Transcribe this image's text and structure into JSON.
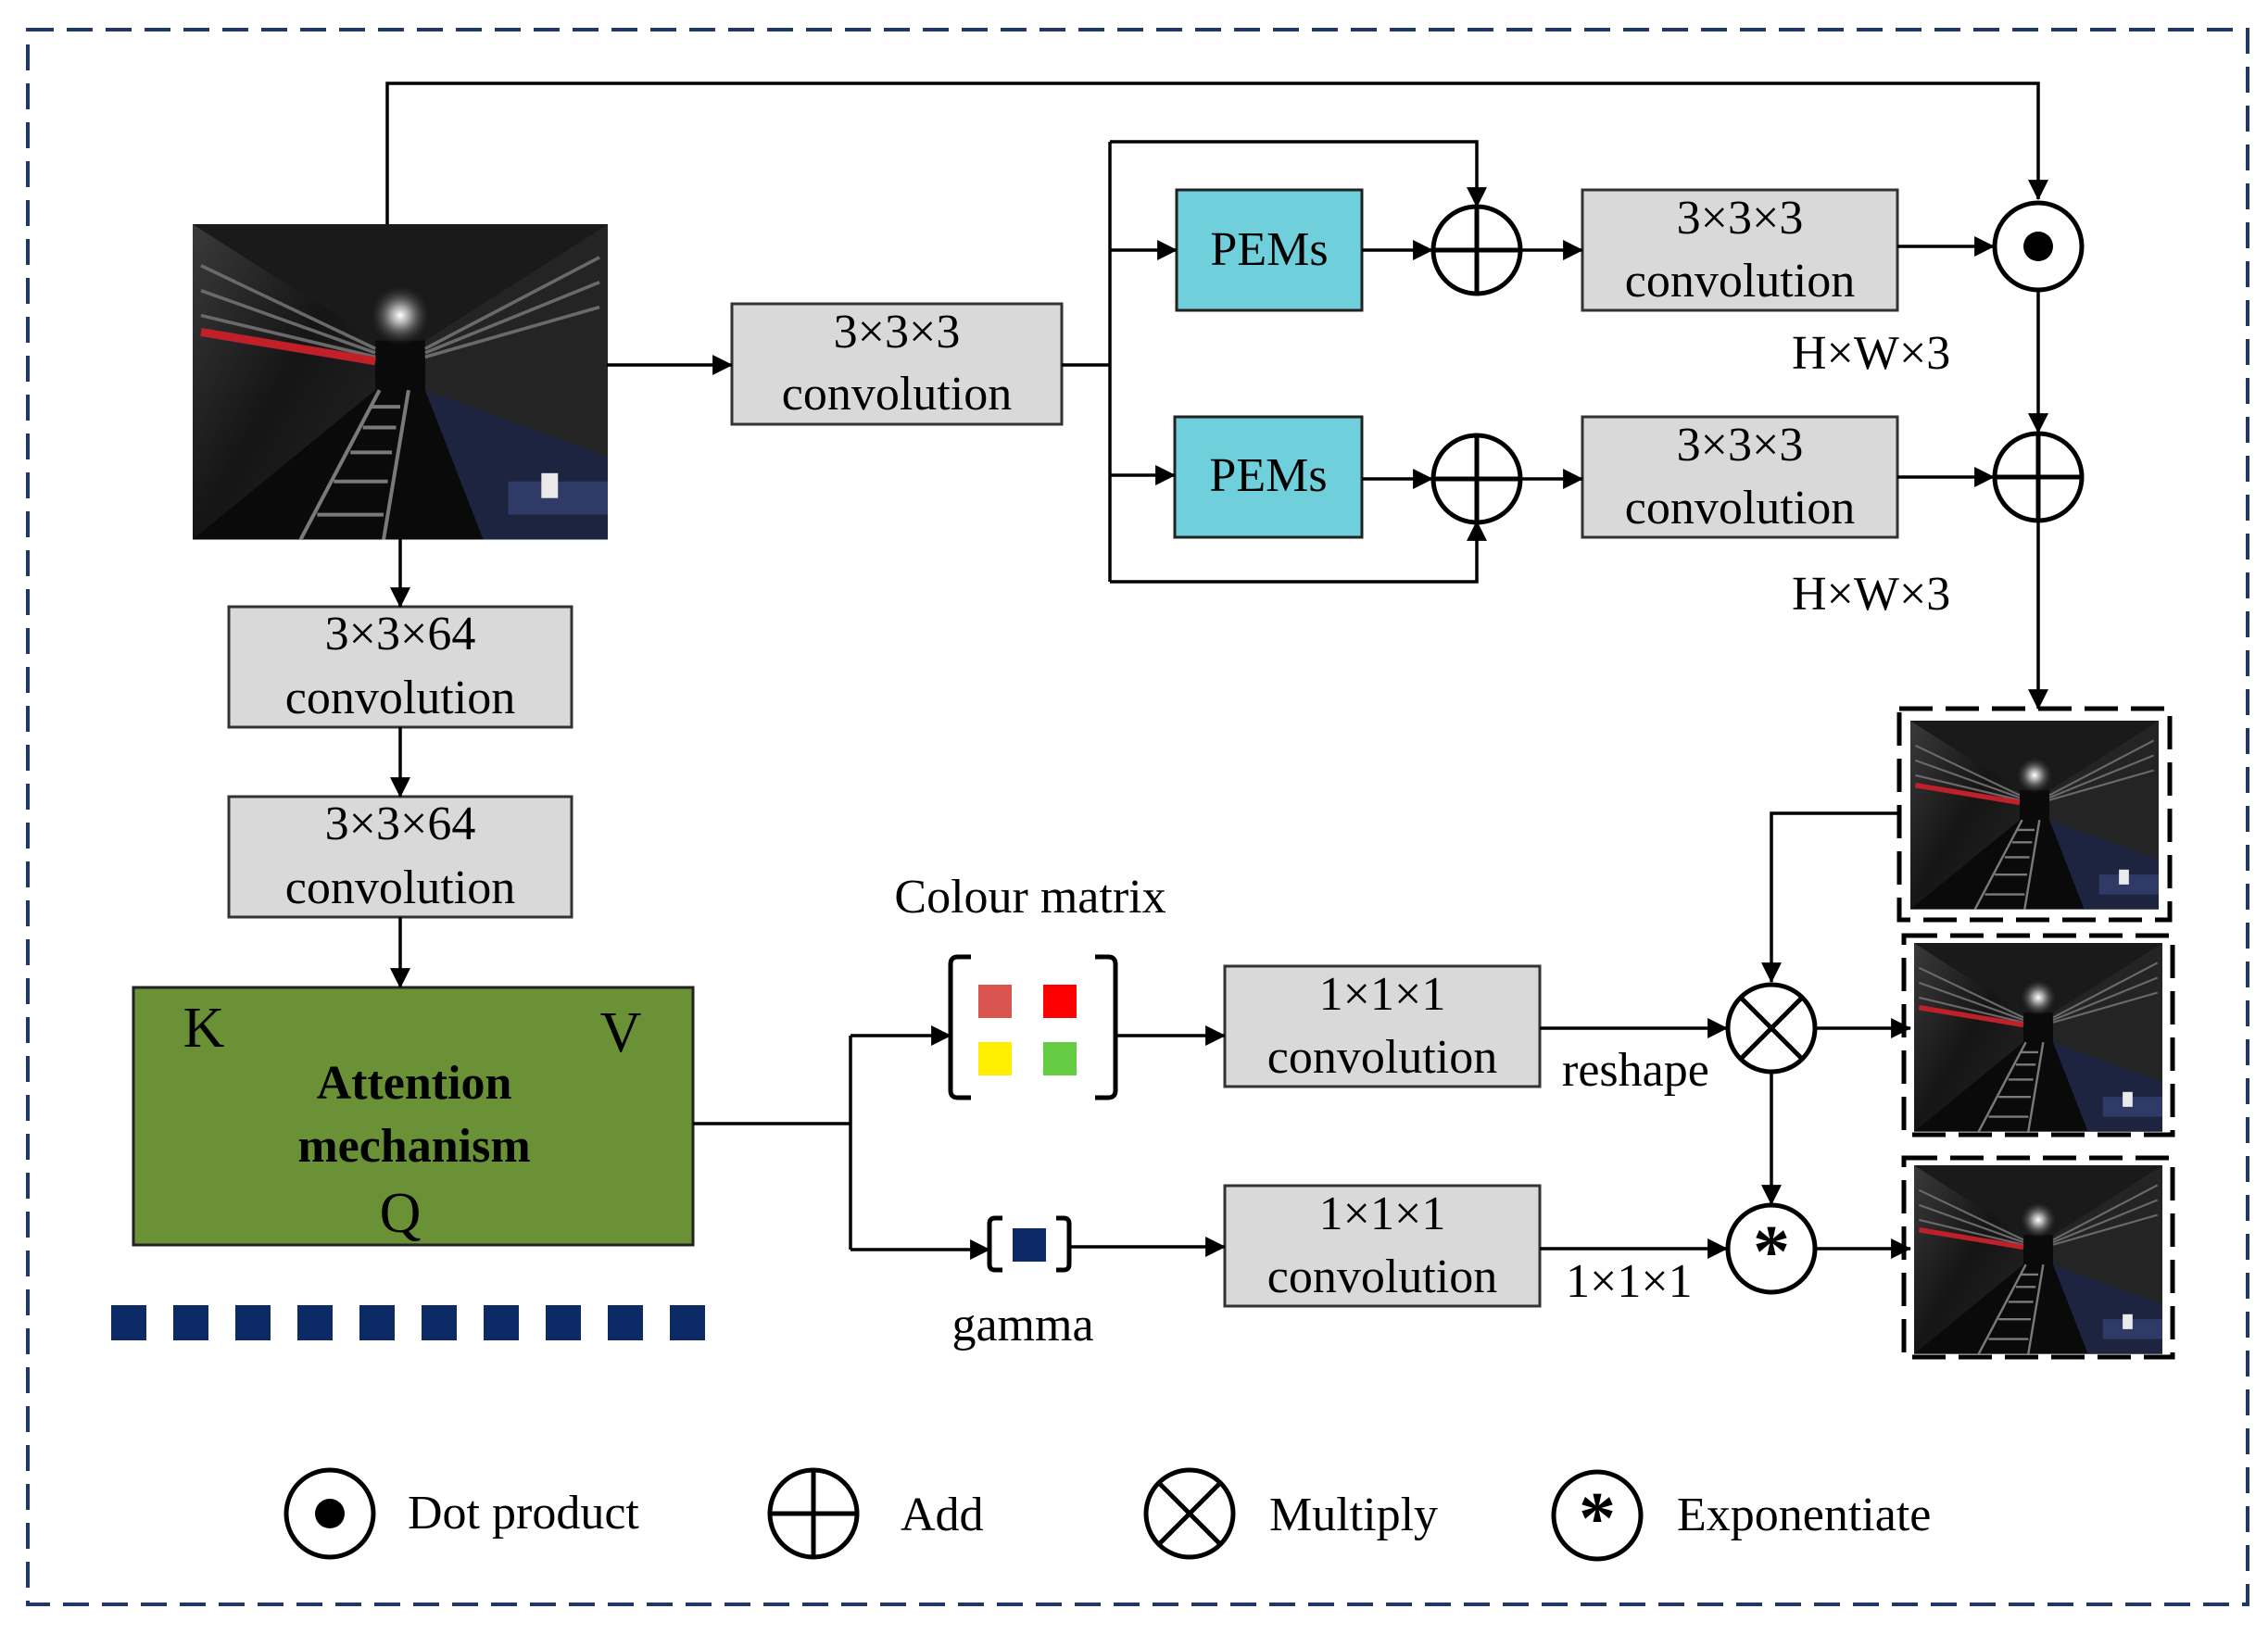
{
  "boxes": {
    "conv_main": [
      "3×3×3",
      "convolution"
    ],
    "conv_64_a": [
      "3×3×64",
      "convolution"
    ],
    "conv_64_b": [
      "3×3×64",
      "convolution"
    ],
    "conv_top": [
      "3×3×3",
      "convolution"
    ],
    "conv_mid": [
      "3×3×3",
      "convolution"
    ],
    "conv_colour": [
      "1×1×1",
      "convolution"
    ],
    "conv_gamma": [
      "1×1×1",
      "convolution"
    ],
    "pems_top": "PEMs",
    "pems_bottom": "PEMs"
  },
  "attention": {
    "title_line1": "Attention",
    "title_line2": "mechanism",
    "k": "K",
    "v": "V",
    "q": "Q"
  },
  "labels": {
    "hw3_top": "H×W×3",
    "hw3_bottom": "H×W×3",
    "colour_matrix": "Colour matrix",
    "gamma": "gamma",
    "reshape": "reshape",
    "one_by_one": "1×1×1"
  },
  "legend": {
    "dot_product": "Dot product",
    "add": "Add",
    "multiply": "Multiply",
    "exponentiate": "Exponentiate"
  },
  "colors": {
    "frame": "#1f3864",
    "pems": "#6fcfdb",
    "attention": "#6a9136",
    "conv_box": "#d9d9d9",
    "gamma_square": "#0b2a66",
    "matrix_red_dull": "#d9534f",
    "matrix_red": "#ff0000",
    "matrix_yellow": "#ffee00",
    "matrix_green": "#66cc44"
  },
  "icons": {
    "dot": "circled-dot-icon",
    "add": "circled-plus-icon",
    "multiply": "circled-times-icon",
    "exp": "circled-asterisk-icon"
  }
}
